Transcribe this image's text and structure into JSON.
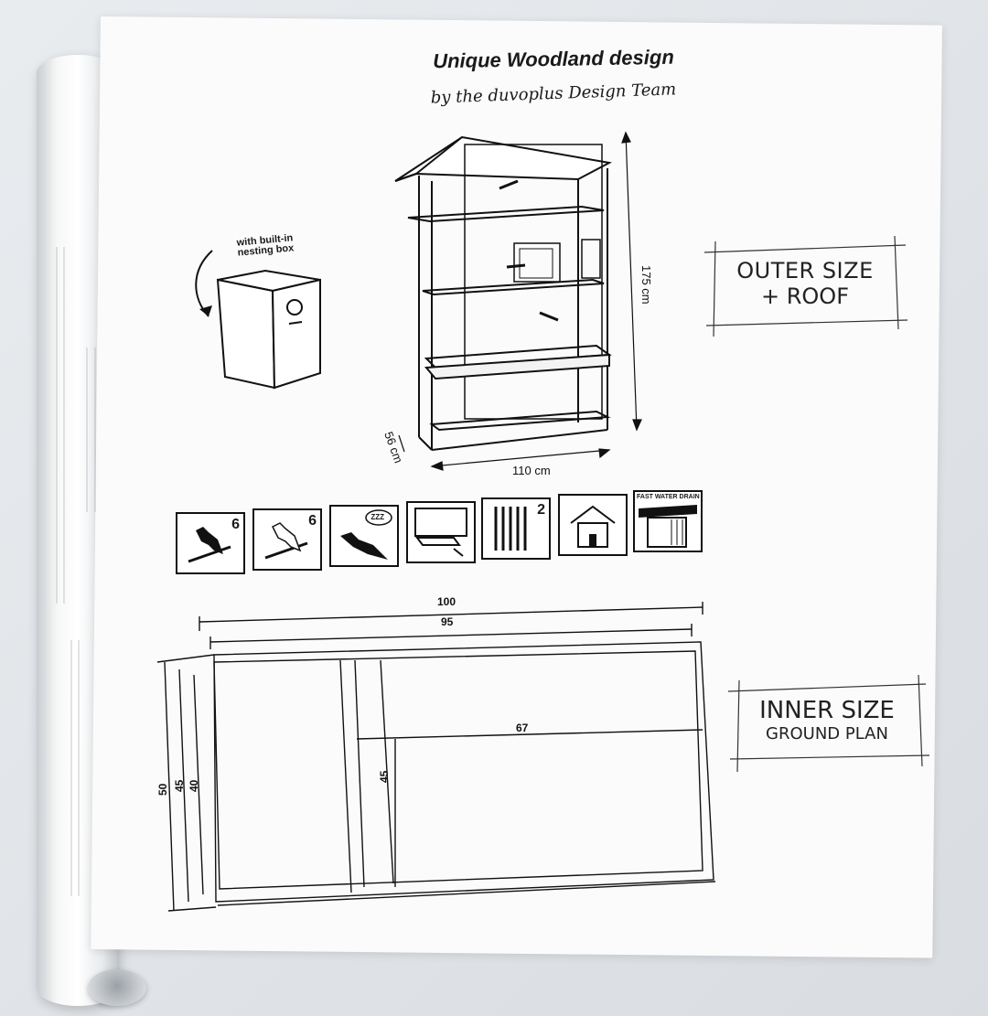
{
  "header": {
    "title": "Unique Woodland design",
    "subtitle": "by the duvoplus Design Team"
  },
  "nesting_note": {
    "line1": "with built-in",
    "line2": "nesting box"
  },
  "outer_dimensions": {
    "height": "175 cm",
    "width": "110 cm",
    "depth": "56 cm"
  },
  "outer_label": {
    "line1": "OUTER SIZE",
    "line2": "+ ROOF"
  },
  "inner_label": {
    "line1": "INNER SIZE",
    "line2": "GROUND PLAN"
  },
  "features": [
    {
      "icon": "large-bird-icon",
      "badge": "6"
    },
    {
      "icon": "small-bird-icon",
      "badge": "6"
    },
    {
      "icon": "sleeping-bird-icon",
      "badge": "ZZZ"
    },
    {
      "icon": "drawer-tray-icon",
      "badge": ""
    },
    {
      "icon": "cage-bars-icon",
      "badge": "2"
    },
    {
      "icon": "house-roof-icon",
      "badge": ""
    },
    {
      "icon": "water-drain-icon",
      "badge": "FAST WATER DRAIN"
    }
  ],
  "ground_plan": {
    "width_outer": "100",
    "width_inner": "95",
    "inner_section": "67",
    "depth_outer": "50",
    "depth_mid": "45",
    "depth_inner": "40",
    "section_depth": "45"
  }
}
